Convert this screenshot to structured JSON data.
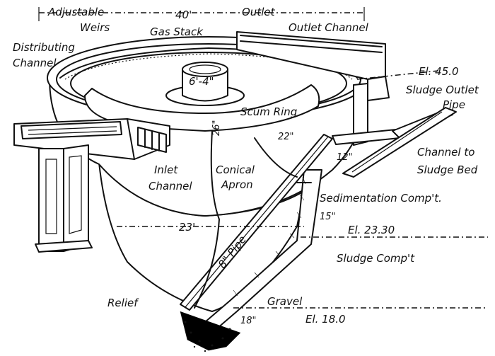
{
  "labels": {
    "adjustable": "Adjustable",
    "weirs": "Weirs",
    "width": "40'",
    "outlet": "Outlet",
    "gas_stack": "Gas Stack",
    "outlet_channel": "Outlet Channel",
    "distributing": "Distributing",
    "channel": "Channel",
    "stack_dia": "6'-4\"",
    "el_45": "El. 45.0",
    "sludge_outlet": "Sludge Outlet",
    "pipe": "Pipe",
    "scum_ring": "Scum Ring",
    "dim_26": "26\"",
    "dim_22": "22\"",
    "dim_12": "12\"",
    "channel_to": "Channel to",
    "sludge_bed": "Sludge Bed",
    "conical": "Conical",
    "apron": "Apron",
    "inlet": "Inlet",
    "inlet_channel": "Channel",
    "sedimentation": "Sedimentation Comp't.",
    "dim_15": "15\"",
    "dim_23": "23'",
    "el_23": "El. 23.30",
    "pipe_8": "8\" Pipe",
    "sludge_comp": "Sludge Comp't",
    "relief": "Relief",
    "gravel": "Gravel",
    "dim_18": "18\"",
    "el_18": "El. 18.0"
  }
}
